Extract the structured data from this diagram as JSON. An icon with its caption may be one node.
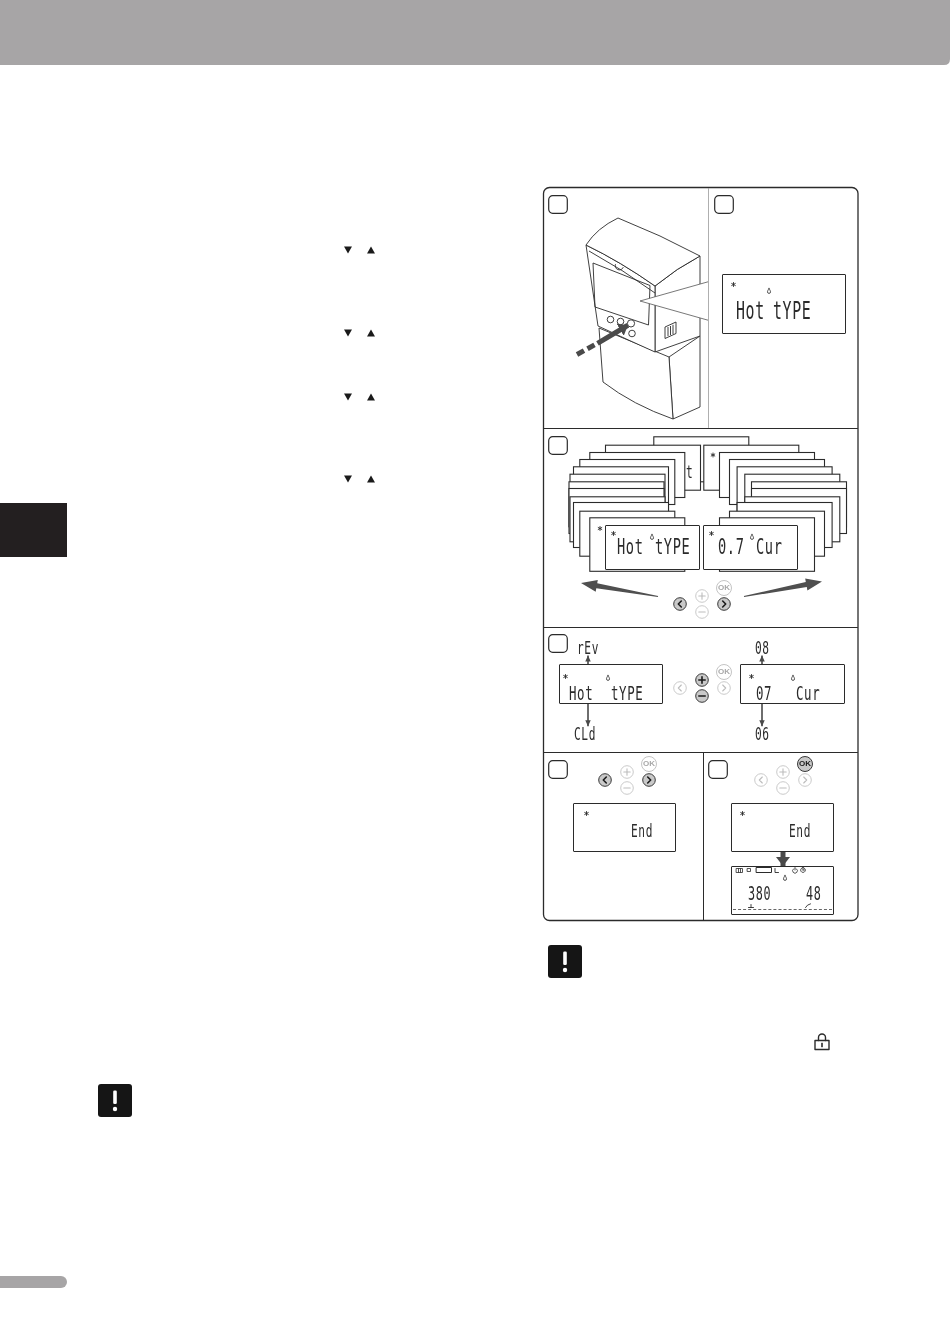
{
  "diagram": {
    "nodes": [
      {
        "text": [],
        "shape": "picture"
      },
      {
        "text": [],
        "shape": "circle",
        "in": 0
      },
      {
        "text": [
          "Hot",
          "tYPE"
        ]
      },
      {
        "text": [
          "Hot",
          "tYPE"
        ]
      },
      {
        "text": [
          "0.7",
          "Cur"
        ]
      },
      {
        "text": [
          "rEv"
        ]
      },
      {
        "text": [
          "08"
        ]
      },
      {
        "text": [
          "Hot",
          "tYPE"
        ]
      },
      {
        "text": [
          "07",
          "Cur"
        ]
      },
      {
        "text": [
          "CLd"
        ]
      },
      {
        "text": [
          "06"
        ]
      },
      {
        "text": [
          "End"
        ]
      },
      {
        "text": [
          "End"
        ]
      },
      {
        "text": [
          "380",
          "48"
        ]
      }
    ],
    "edges": [
      {
        "from": null,
        "to": 1,
        "arrow": "to",
        "style": "thick"
      },
      {
        "from": 7,
        "to": 5,
        "arrow": "to"
      },
      {
        "from": 7,
        "to": 9,
        "arrow": "to"
      },
      {
        "from": 8,
        "to": 6,
        "arrow": "to"
      },
      {
        "from": 8,
        "to": 10,
        "arrow": "to"
      },
      {
        "from": 12,
        "to": 13,
        "arrow": "to",
        "style": "thick"
      }
    ],
    "labels": [
      "t",
      "OK",
      "OK",
      "OK",
      "OK"
    ]
  }
}
